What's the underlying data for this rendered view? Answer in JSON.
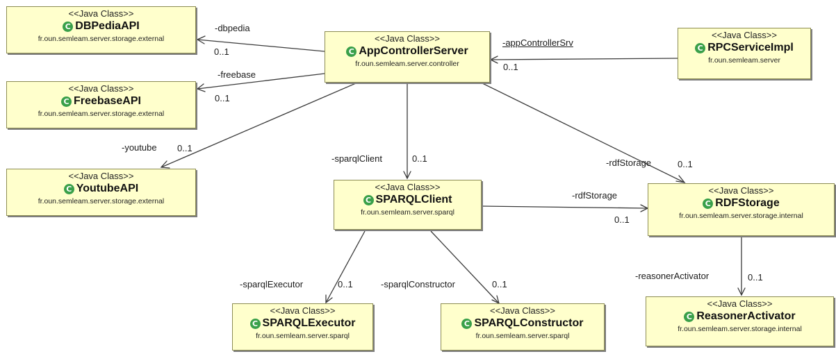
{
  "diagram": {
    "stereotype": "<<Java Class>>",
    "classes": {
      "dbpedia_api": {
        "name": "DBPediaAPI",
        "package": "fr.oun.semleam.server.storage.external"
      },
      "freebase_api": {
        "name": "FreebaseAPI",
        "package": "fr.oun.semleam.server.storage.external"
      },
      "youtube_api": {
        "name": "YoutubeAPI",
        "package": "fr.oun.semleam.server.storage.external"
      },
      "app_controller_server": {
        "name": "AppControllerServer",
        "package": "fr.oun.semleam.server.controller"
      },
      "rpc_service_impl": {
        "name": "RPCServiceImpl",
        "package": "fr.oun.semleam.server"
      },
      "sparql_client": {
        "name": "SPARQLClient",
        "package": "fr.oun.semleam.server.sparql"
      },
      "rdf_storage": {
        "name": "RDFStorage",
        "package": "fr.oun.semleam.server.storage.internal"
      },
      "sparql_executor": {
        "name": "SPARQLExecutor",
        "package": "fr.oun.semleam.server.sparql"
      },
      "sparql_constructor": {
        "name": "SPARQLConstructor",
        "package": "fr.oun.semleam.server.sparql"
      },
      "reasoner_activator": {
        "name": "ReasonerActivator",
        "package": "fr.oun.semleam.server.storage.internal"
      }
    },
    "associations": {
      "dbpedia": {
        "role": "-dbpedia",
        "multiplicity": "0..1"
      },
      "freebase": {
        "role": "-freebase",
        "multiplicity": "0..1"
      },
      "youtube": {
        "role": "-youtube",
        "multiplicity": "0..1"
      },
      "app_controller_srv": {
        "role": "-appControllerSrv",
        "multiplicity": "0..1"
      },
      "sparql_client": {
        "role": "-sparqlClient",
        "multiplicity": "0..1"
      },
      "rdf_storage_controller": {
        "role": "-rdfStorage",
        "multiplicity": "0..1"
      },
      "rdf_storage_client": {
        "role": "-rdfStorage",
        "multiplicity": "0..1"
      },
      "sparql_executor": {
        "role": "-sparqlExecutor",
        "multiplicity": "0..1"
      },
      "sparql_constructor": {
        "role": "-sparqlConstructor",
        "multiplicity": "0..1"
      },
      "reasoner_activator": {
        "role": "-reasonerActivator",
        "multiplicity": "0..1"
      }
    },
    "colors": {
      "class_fill": "#ffffcc",
      "class_border": "#8c8c52",
      "class_icon": "#3aa04a",
      "edge": "#3a3a3a"
    },
    "icons": {
      "class_icon": "class-icon",
      "class_icon_glyph": "C"
    }
  }
}
